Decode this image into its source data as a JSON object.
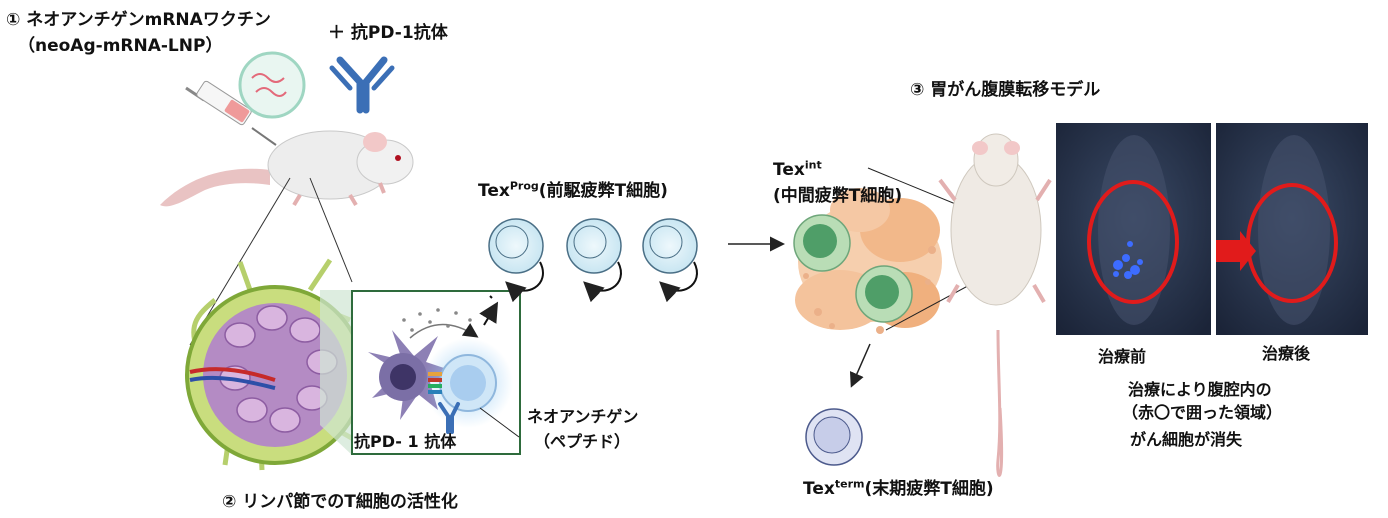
{
  "vaccine": {
    "title": "① ネオアンチゲンmRNAワクチン",
    "subtitle": "（neoAg-mRNA-LNP）",
    "plus_antibody": "＋ 抗PD-1抗体"
  },
  "lymph": {
    "caption": "② リンパ節でのT細胞の活性化",
    "antibody_label": "抗PD- 1 抗体",
    "neoantigen_label": "ネオアンチゲン",
    "peptide_label": "（ペプチド）"
  },
  "tex_prog": {
    "base": "Tex",
    "sup": "Prog",
    "suffix": "(前駆疲弊T細胞)"
  },
  "tex_int": {
    "base": "Tex",
    "sup": "int",
    "line2": "(中間疲弊T細胞)"
  },
  "tex_term": {
    "base": "Tex",
    "sup": "term",
    "suffix": "(末期疲弊T細胞)"
  },
  "model": {
    "title": "③ 胃がん腹膜転移モデル",
    "before_label": "治療前",
    "after_label": "治療後",
    "result_line1": "治療により腹腔内の",
    "result_line2": "（赤〇で囲った領域）",
    "result_line3": "がん細胞が消失"
  },
  "colors": {
    "antibody_blue": "#3b6fb6",
    "green_box": "#2e6b3c",
    "highlight_red": "#e11b1b",
    "cell_blue": "#d8eef7",
    "cell_green": "#7fc08a",
    "tumor_orange": "#f2b88a"
  }
}
